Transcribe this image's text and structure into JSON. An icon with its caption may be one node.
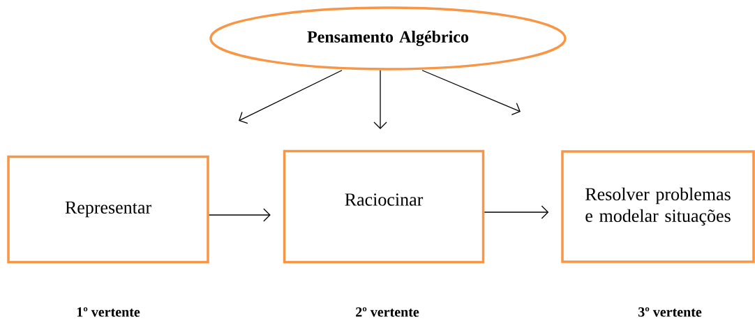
{
  "diagram": {
    "nodes": [
      {
        "text": [
          "Pensamento Algébrico"
        ]
      },
      {
        "text": [
          "Representar"
        ],
        "beside": [
          "1º vertente"
        ]
      },
      {
        "text": [
          "Raciocinar"
        ],
        "beside": [
          "2º vertente"
        ]
      },
      {
        "text": [
          "Resolver problemas e modelar situações"
        ],
        "beside": [
          "3º vertente"
        ]
      }
    ],
    "edges": [
      {
        "from": 0,
        "to": null,
        "arrow": "to"
      },
      {
        "from": 0,
        "to": null,
        "arrow": "to"
      },
      {
        "from": 0,
        "to": null,
        "arrow": "to"
      },
      {
        "from": 1,
        "to": 2,
        "arrow": "to"
      },
      {
        "from": 2,
        "to": 3,
        "arrow": "to"
      }
    ]
  }
}
